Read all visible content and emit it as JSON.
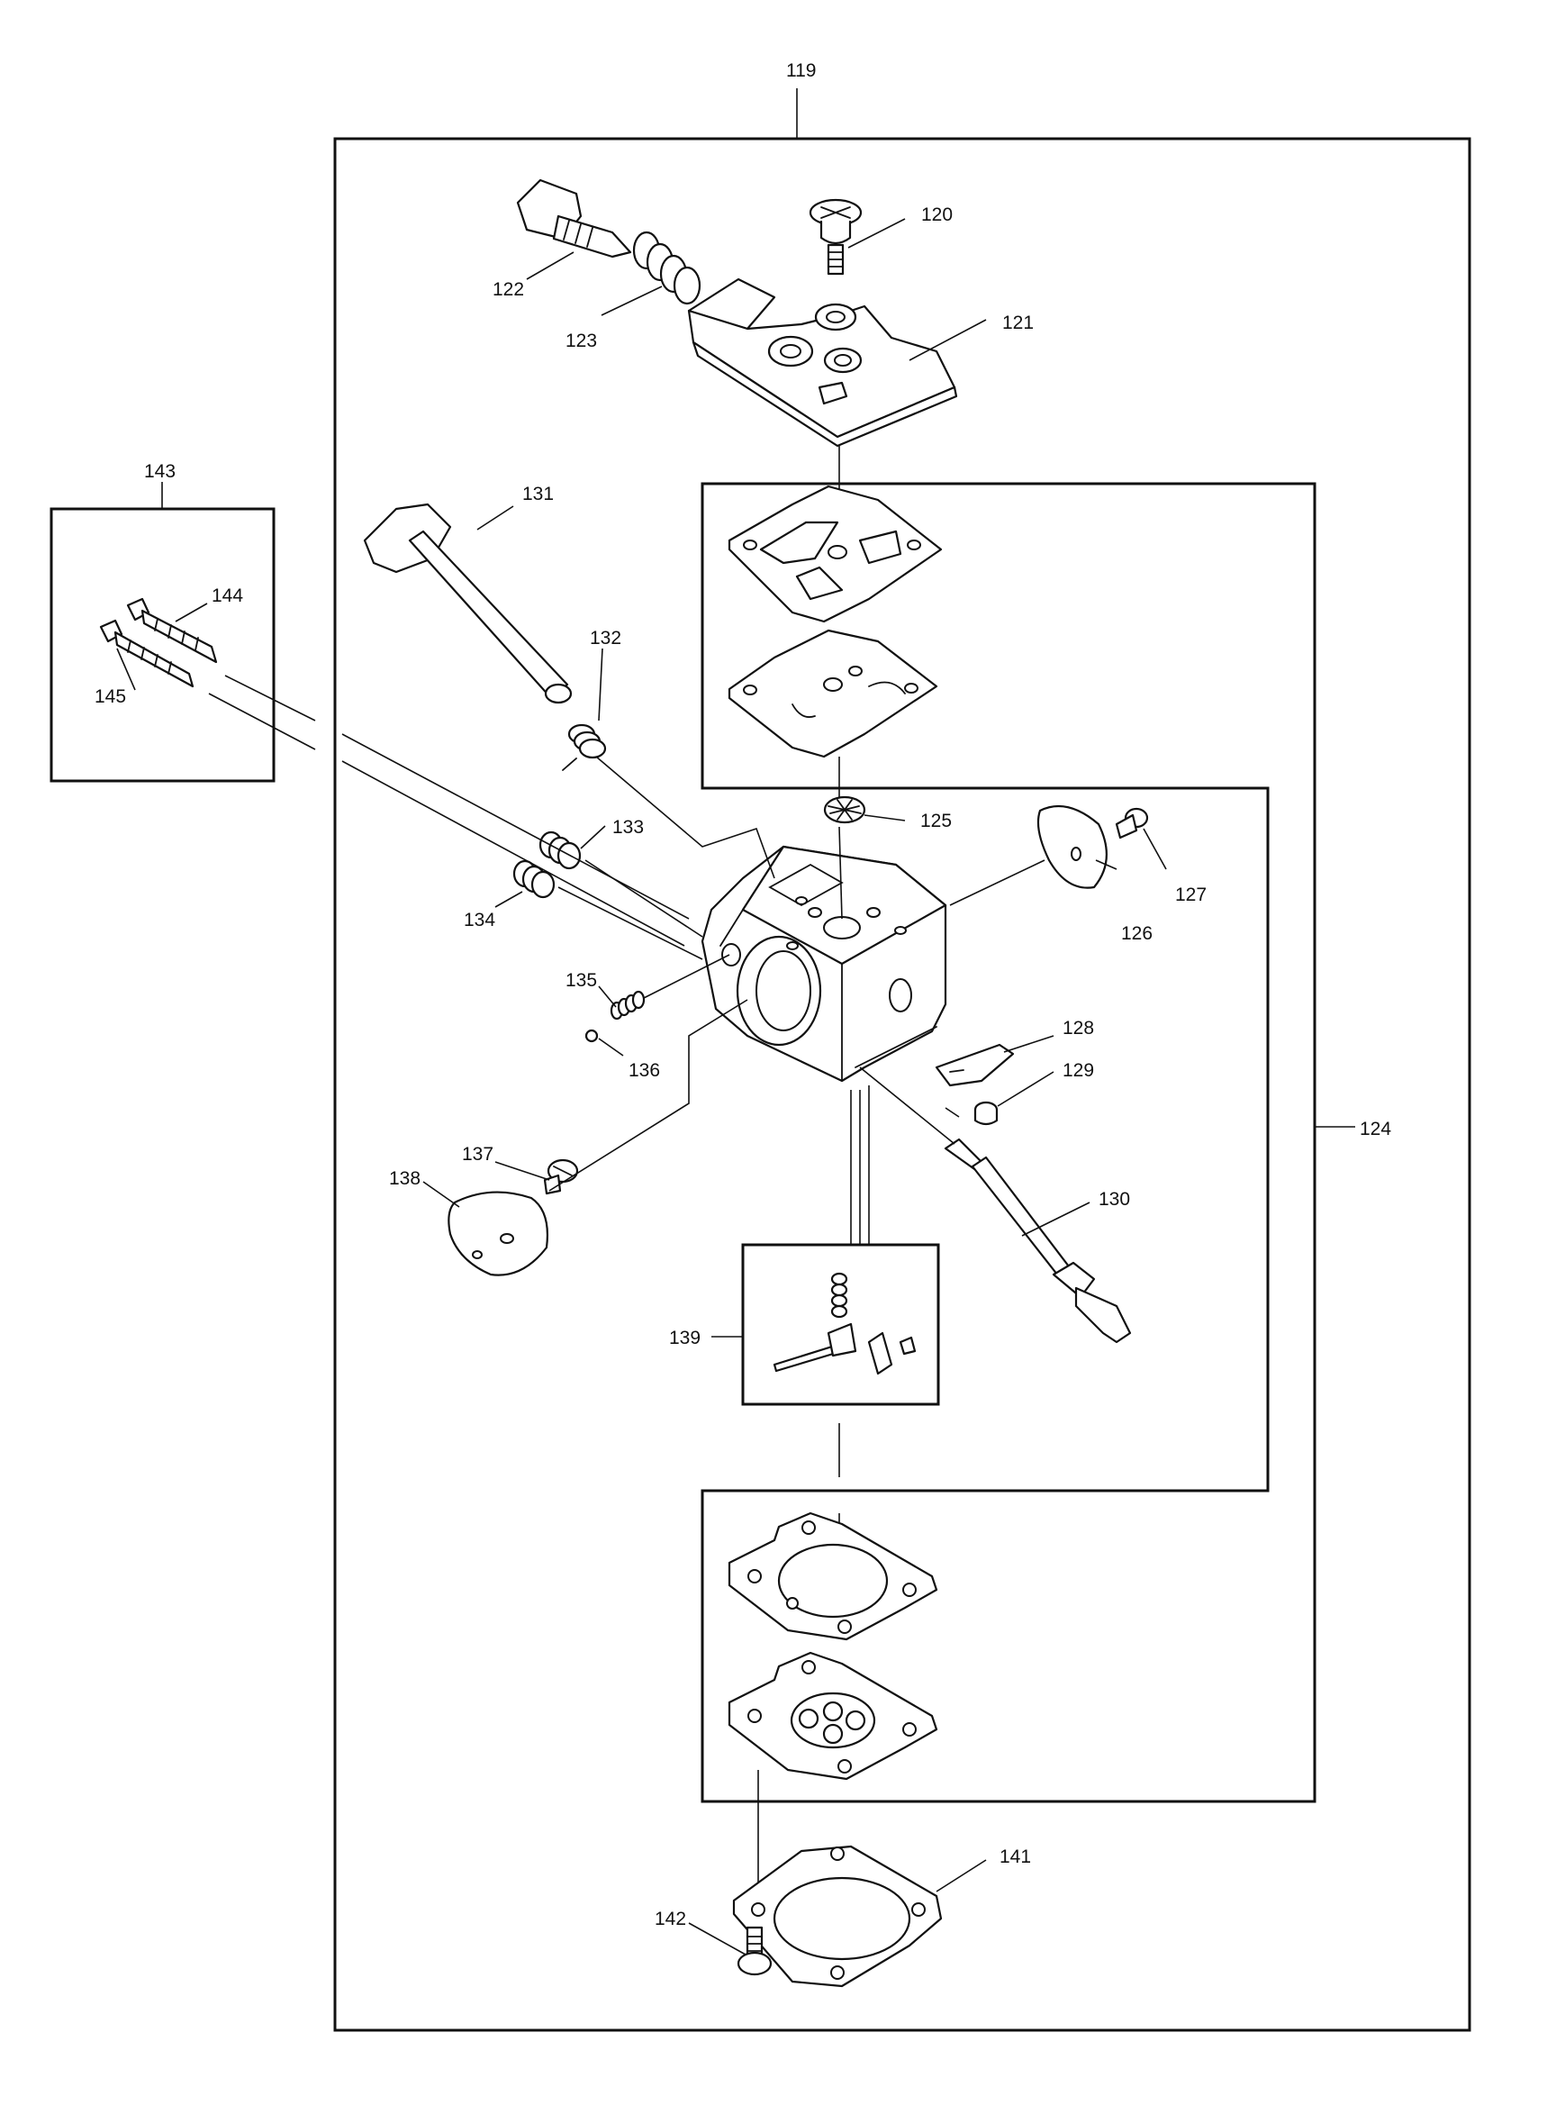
{
  "parts": {
    "p119": "119",
    "p120": "120",
    "p121": "121",
    "p122": "122",
    "p123": "123",
    "p124": "124",
    "p125": "125",
    "p126": "126",
    "p127": "127",
    "p128": "128",
    "p129": "129",
    "p130": "130",
    "p131": "131",
    "p132": "132",
    "p133": "133",
    "p134": "134",
    "p135": "135",
    "p136": "136",
    "p137": "137",
    "p138": "138",
    "p139": "139",
    "p141": "141",
    "p142": "142",
    "p143": "143",
    "p144": "144",
    "p145": "145"
  }
}
